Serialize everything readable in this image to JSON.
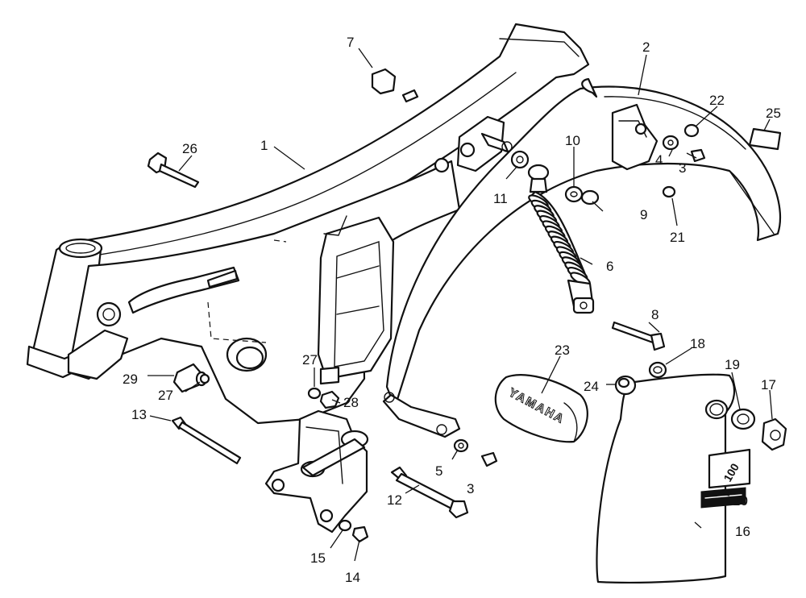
{
  "diagram": {
    "callouts": [
      "1",
      "2",
      "3",
      "3",
      "4",
      "5",
      "6",
      "7",
      "8",
      "9",
      "10",
      "11",
      "12",
      "13",
      "14",
      "15",
      "16",
      "17",
      "18",
      "19",
      "20",
      "21",
      "22",
      "23",
      "24",
      "25",
      "26",
      "27",
      "27",
      "28",
      "29"
    ],
    "brand_text": "YAMAHA",
    "emblem_text": "100"
  }
}
